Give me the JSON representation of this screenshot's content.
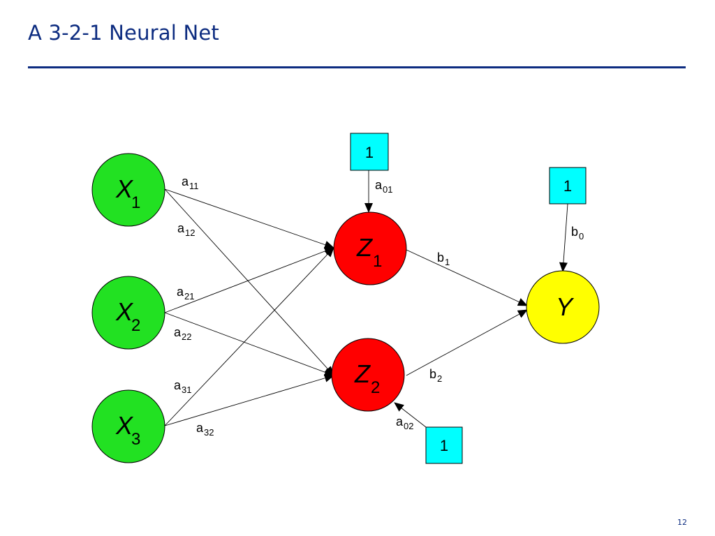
{
  "slide": {
    "title": "A 3-2-1 Neural Net",
    "page_number": "12"
  },
  "colors": {
    "title": "#0d2c80",
    "input_node": "#22e122",
    "hidden_node": "#ff0000",
    "output_node": "#ffff00",
    "bias_box": "#00ffff"
  },
  "diagram": {
    "nodes": {
      "x1": {
        "letter": "X",
        "sub": "1"
      },
      "x2": {
        "letter": "X",
        "sub": "2"
      },
      "x3": {
        "letter": "X",
        "sub": "3"
      },
      "z1": {
        "letter": "Z",
        "sub": "1"
      },
      "z2": {
        "letter": "Z",
        "sub": "2"
      },
      "y": {
        "letter": "Y",
        "sub": ""
      }
    },
    "bias": {
      "z1": "1",
      "z2": "1",
      "y": "1"
    },
    "weights": {
      "a11": {
        "base": "a",
        "sub": "11"
      },
      "a12": {
        "base": "a",
        "sub": "12"
      },
      "a21": {
        "base": "a",
        "sub": "21"
      },
      "a22": {
        "base": "a",
        "sub": "22"
      },
      "a31": {
        "base": "a",
        "sub": "31"
      },
      "a32": {
        "base": "a",
        "sub": "32"
      },
      "a01": {
        "base": "a",
        "sub": "01"
      },
      "a02": {
        "base": "a",
        "sub": "02"
      },
      "b0": {
        "base": "b",
        "sub": "0"
      },
      "b1": {
        "base": "b",
        "sub": "1"
      },
      "b2": {
        "base": "b",
        "sub": "2"
      }
    }
  }
}
